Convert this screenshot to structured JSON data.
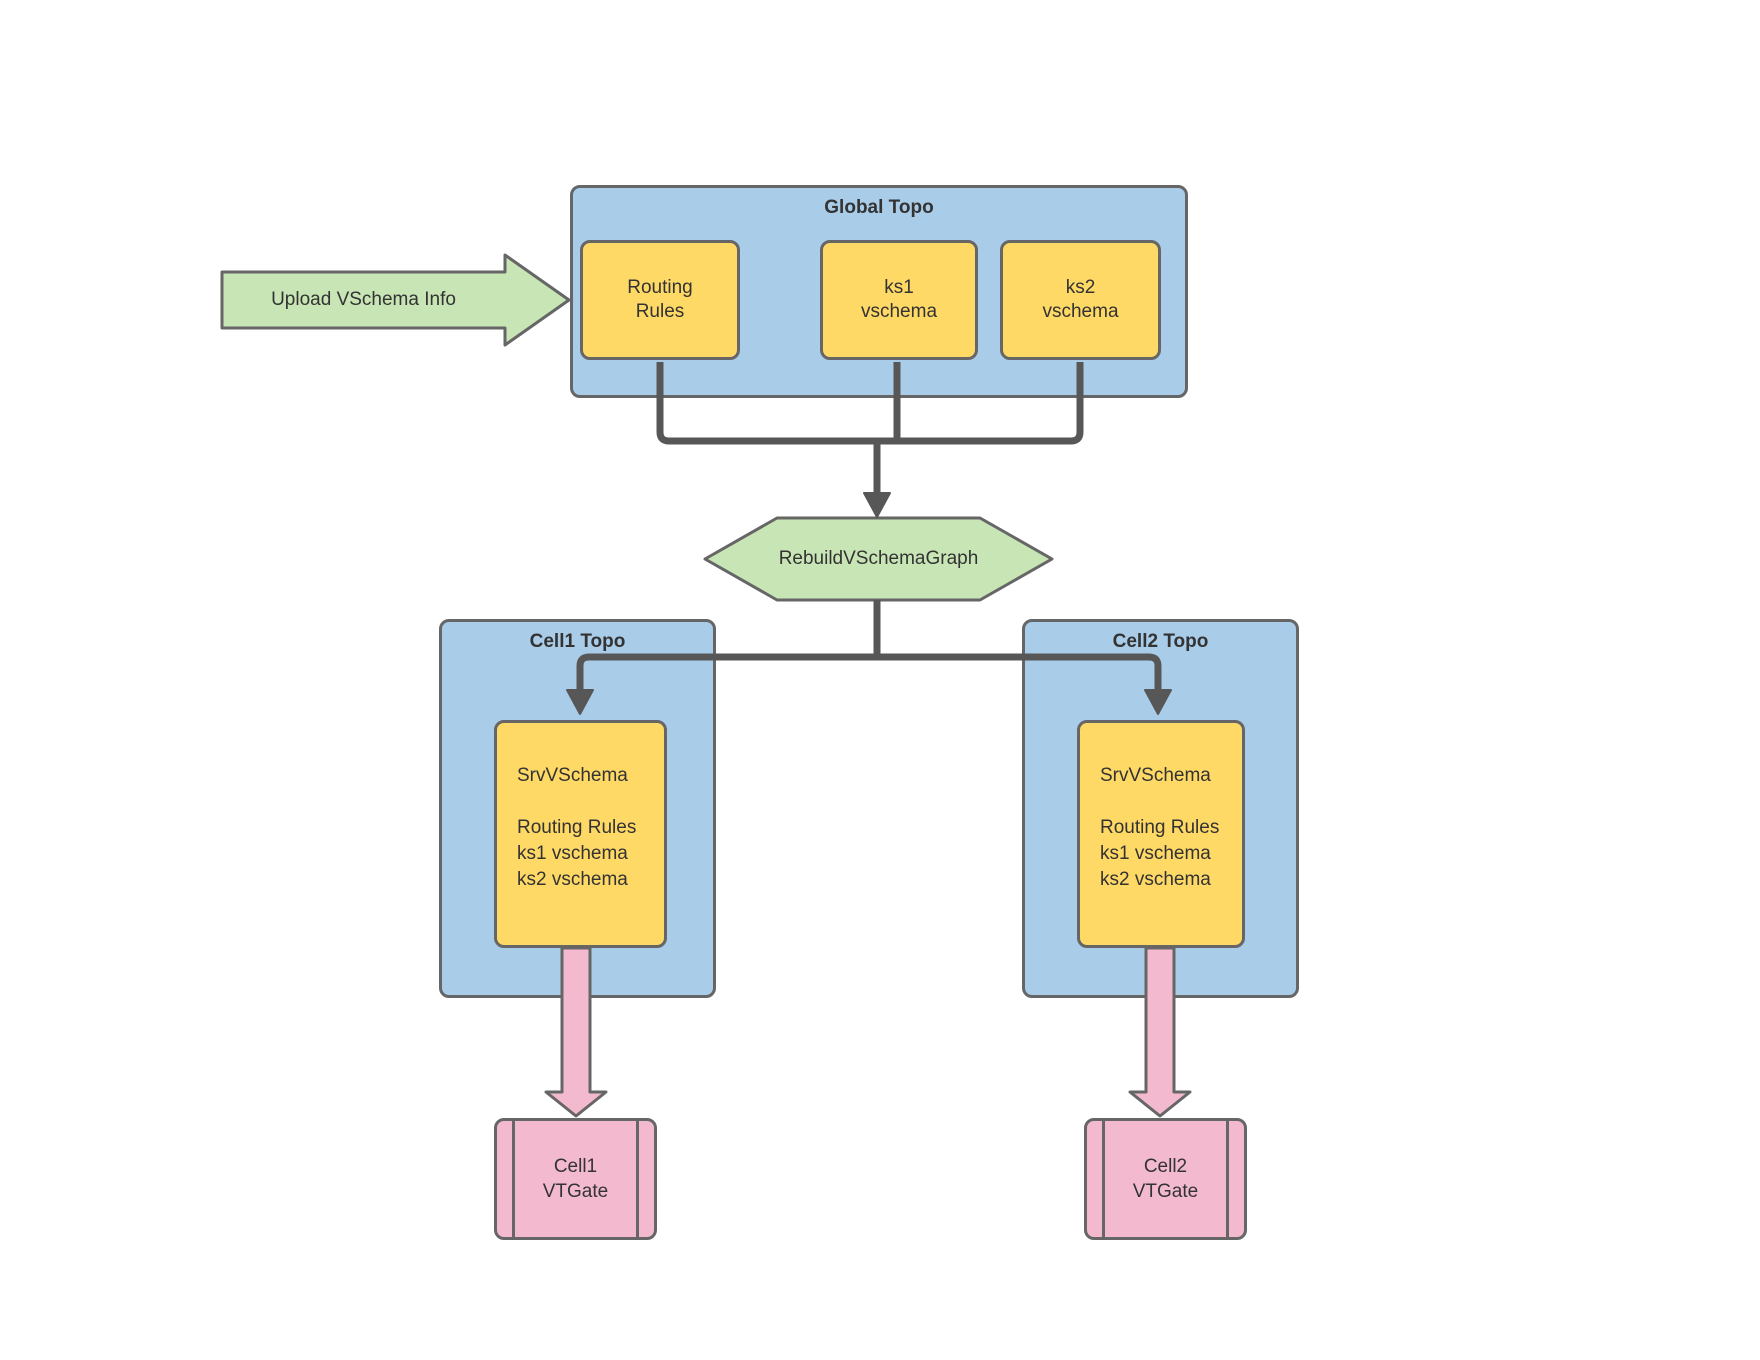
{
  "diagram": {
    "upload_arrow": {
      "label": "Upload VSchema Info"
    },
    "global_topo": {
      "title": "Global Topo",
      "boxes": [
        {
          "label": "Routing\nRules"
        },
        {
          "label": "ks1\nvschema"
        },
        {
          "label": "ks2\nvschema"
        }
      ]
    },
    "rebuild_step": {
      "label": "RebuildVSchemaGraph"
    },
    "cell1": {
      "title": "Cell1 Topo",
      "box_lines": [
        "SrvVSchema",
        "",
        "Routing Rules",
        "ks1 vschema",
        "ks2 vschema"
      ],
      "vtgate_label": "Cell1\nVTGate"
    },
    "cell2": {
      "title": "Cell2 Topo",
      "box_lines": [
        "SrvVSchema",
        "",
        "Routing Rules",
        "ks1 vschema",
        "ks2 vschema"
      ],
      "vtgate_label": "Cell2\nVTGate"
    },
    "colors": {
      "container_blue": "#A9CCE9",
      "node_yellow": "#FFD966",
      "shape_green": "#C8E6B5",
      "shape_pink": "#F3B9CE",
      "border_gray": "#666666",
      "connector_gray": "#575757",
      "text": "#333333"
    }
  }
}
